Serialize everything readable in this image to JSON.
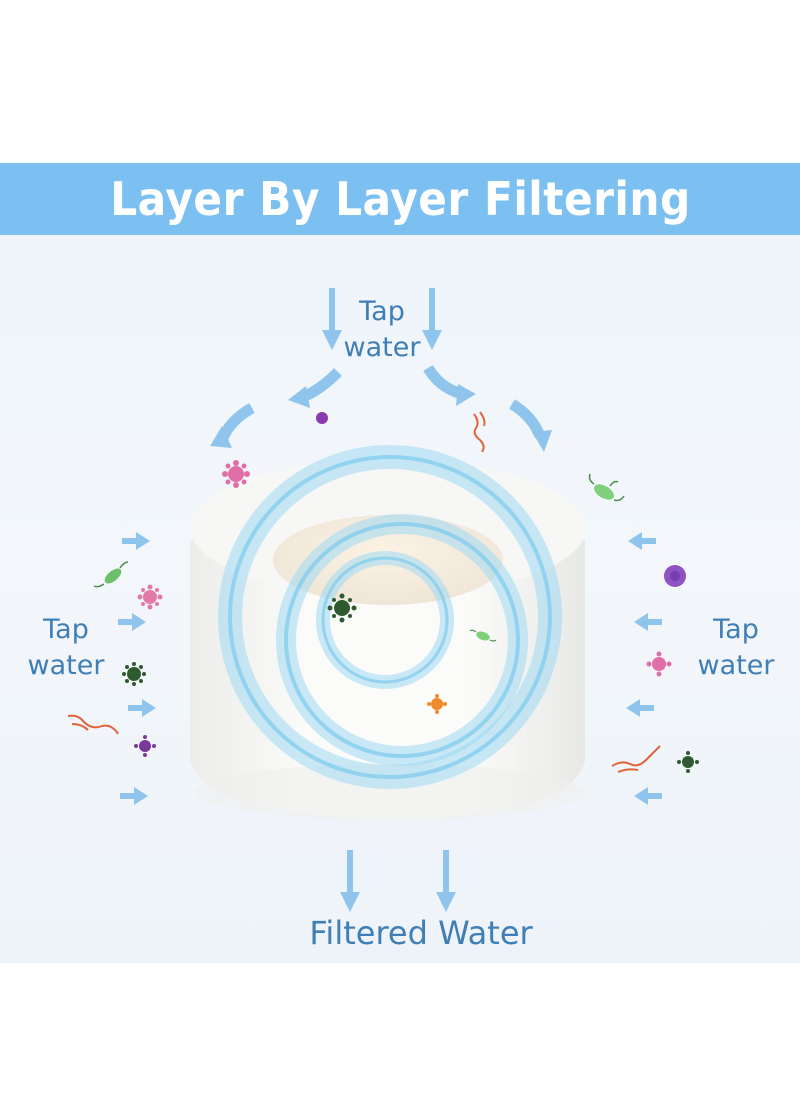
{
  "banner": {
    "title": "Layer By Layer Filtering",
    "background": "#7cc0f2",
    "text_color": "#ffffff"
  },
  "labels": {
    "top": [
      "Tap",
      "water"
    ],
    "left": [
      "Tap",
      "water"
    ],
    "right": [
      "Tap",
      "water"
    ],
    "bottom": "Filtered Water"
  },
  "colors": {
    "arrow": "#8fc5ec",
    "label_text": "#3f7fb5",
    "ring": "#8fd4f0",
    "filter_body": "#f6f6f4"
  },
  "icons": [
    "down-arrow-icon",
    "curved-arrow-icon",
    "right-arrow-icon",
    "left-arrow-icon",
    "bacteria-icon",
    "virus-icon",
    "worm-icon",
    "particle-icon"
  ]
}
